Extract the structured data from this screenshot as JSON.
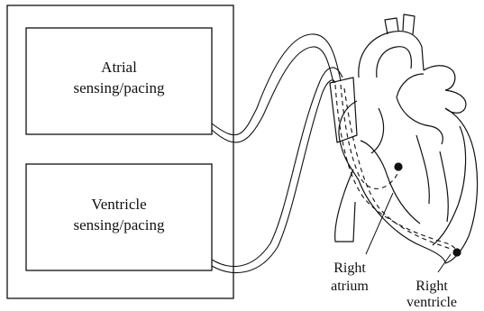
{
  "device": {
    "atrial_label_line1": "Atrial",
    "atrial_label_line2": "sensing/pacing",
    "ventricle_label_line1": "Ventricle",
    "ventricle_label_line2": "sensing/pacing"
  },
  "heart_labels": {
    "right_atrium_line1": "Right",
    "right_atrium_line2": "atrium",
    "right_ventricle_line1": "Right",
    "right_ventricle_line2": "ventricle"
  },
  "colors": {
    "stroke": "#111111",
    "background": "#ffffff"
  }
}
